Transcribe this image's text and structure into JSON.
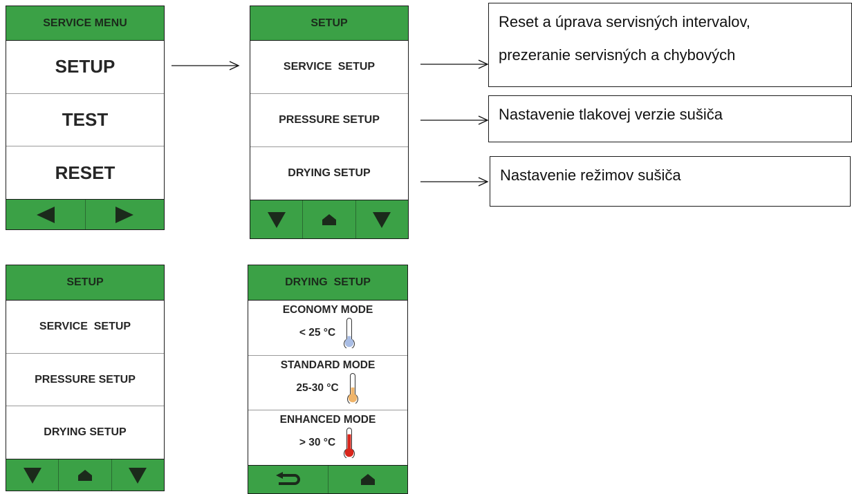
{
  "service_menu": {
    "title": "SERVICE MENU",
    "items": [
      "SETUP",
      "TEST",
      "RESET"
    ],
    "footer_icons": [
      "left-arrow-icon",
      "right-arrow-icon"
    ]
  },
  "setup_menu": {
    "title": "SETUP",
    "items": [
      "SERVICE  SETUP",
      "PRESSURE SETUP",
      "DRYING SETUP"
    ],
    "footer_icons": [
      "down-arrow-icon",
      "home-icon",
      "down-arrow-icon"
    ]
  },
  "setup_menu_2": {
    "title": "SETUP",
    "items": [
      "SERVICE  SETUP",
      "PRESSURE SETUP",
      "DRYING SETUP"
    ],
    "footer_icons": [
      "down-arrow-icon",
      "home-icon",
      "down-arrow-icon"
    ]
  },
  "drying_menu": {
    "title": "DRYING  SETUP",
    "modes": [
      {
        "name": "ECONOMY MODE",
        "temp": "< 25 °C",
        "thermo_color": "#a9bde4",
        "level": 0.2
      },
      {
        "name": "STANDARD MODE",
        "temp": "25-30 °C",
        "thermo_color": "#efb46a",
        "level": 0.4
      },
      {
        "name": "ENHANCED MODE",
        "temp": "> 30 °C",
        "thermo_color": "#d9261c",
        "level": 0.8
      }
    ],
    "footer_icons": [
      "return-icon",
      "home-icon"
    ]
  },
  "notes": {
    "service_setup": [
      "Reset a úprava servisných intervalov,",
      "prezeranie servisných a chybových"
    ],
    "pressure_setup": "Nastavenie tlakovej verzie sušiča",
    "drying_setup": "Nastavenie režimov sušiča"
  },
  "colors": {
    "accent_green": "#3ba146",
    "border": "#1a1a1a"
  }
}
